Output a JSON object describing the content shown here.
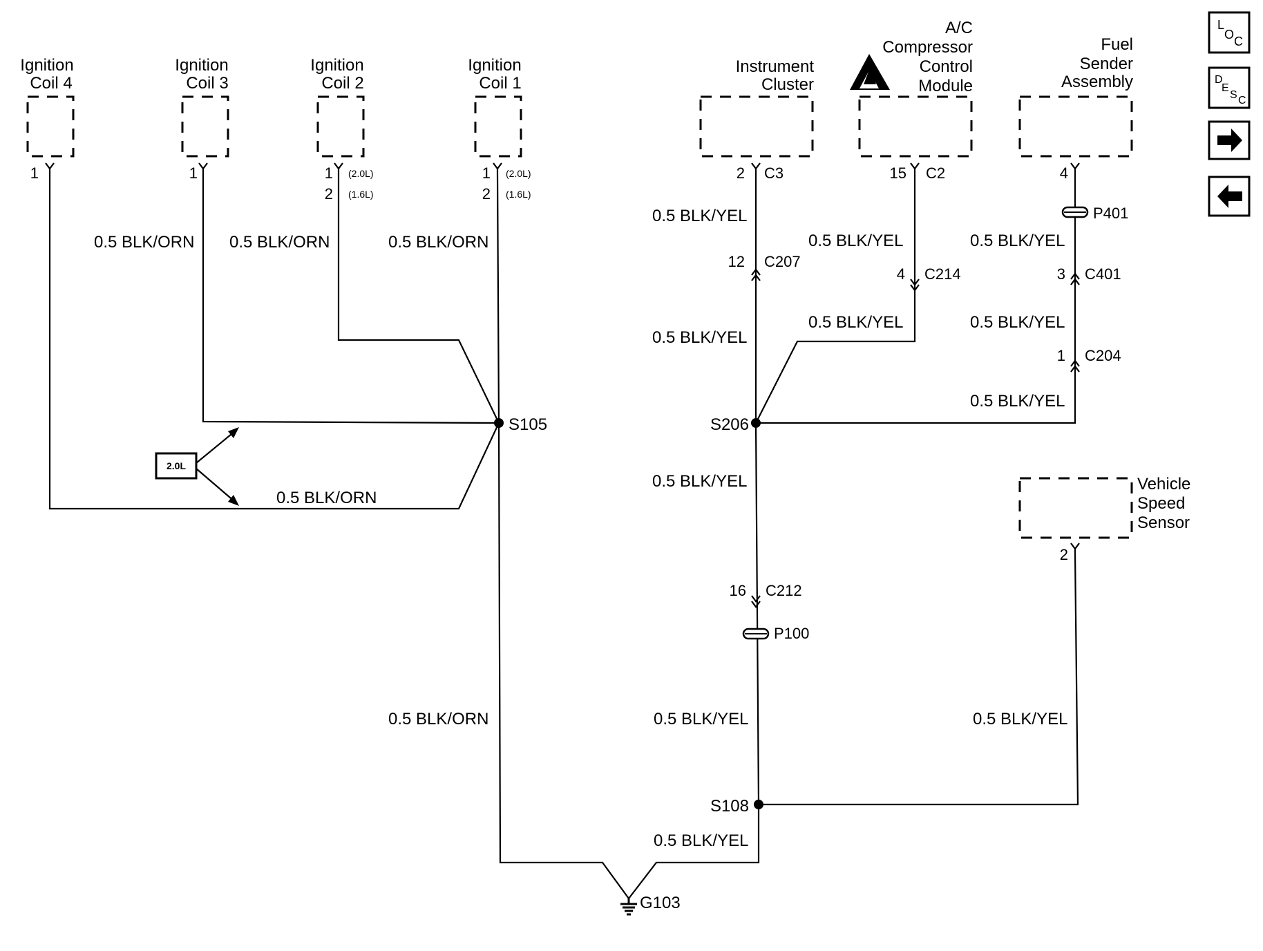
{
  "components": {
    "coil4": [
      "Ignition",
      "Coil 4"
    ],
    "coil3": [
      "Ignition",
      "Coil 3"
    ],
    "coil2": [
      "Ignition",
      "Coil 2"
    ],
    "coil1": [
      "Ignition",
      "Coil 1"
    ],
    "cluster": [
      "Instrument",
      "Cluster"
    ],
    "ac": [
      "A/C",
      "Compressor",
      "Control",
      "Module"
    ],
    "fuel": [
      "Fuel",
      "Sender",
      "Assembly"
    ],
    "vss": [
      "Vehicle",
      "Speed",
      "Sensor"
    ]
  },
  "pins": {
    "coil4": "1",
    "coil3": "1",
    "coil2_a": "1",
    "coil2_b": "2",
    "coil1_a": "1",
    "coil1_b": "2",
    "engine_20": "(2.0L)",
    "engine_16": "(1.6L)",
    "cluster": "2",
    "cluster_conn": "C3",
    "ac": "15",
    "ac_conn": "C2",
    "fuel": "4",
    "vss": "2"
  },
  "wires": {
    "blk_orn": "0.5 BLK/ORN",
    "blk_yel": "0.5 BLK/YEL"
  },
  "connectors": {
    "c207": {
      "pin": "12",
      "name": "C207"
    },
    "c214": {
      "pin": "4",
      "name": "C214"
    },
    "c401": {
      "pin": "3",
      "name": "C401"
    },
    "c204": {
      "pin": "1",
      "name": "C204"
    },
    "c212": {
      "pin": "16",
      "name": "C212"
    },
    "p401": "P401",
    "p100": "P100"
  },
  "splices": {
    "s105": "S105",
    "s206": "S206",
    "s108": "S108"
  },
  "ground": "G103",
  "engine_tag": "2.0L",
  "nav": {
    "loc": {
      "main": "L",
      "sub": "O",
      "sub2": "C"
    },
    "desc": {
      "main": "D",
      "sub": "E",
      "sub2": "S",
      "sub3": "C"
    },
    "next_icon": "arrow-right-icon",
    "prev_icon": "arrow-left-icon"
  }
}
